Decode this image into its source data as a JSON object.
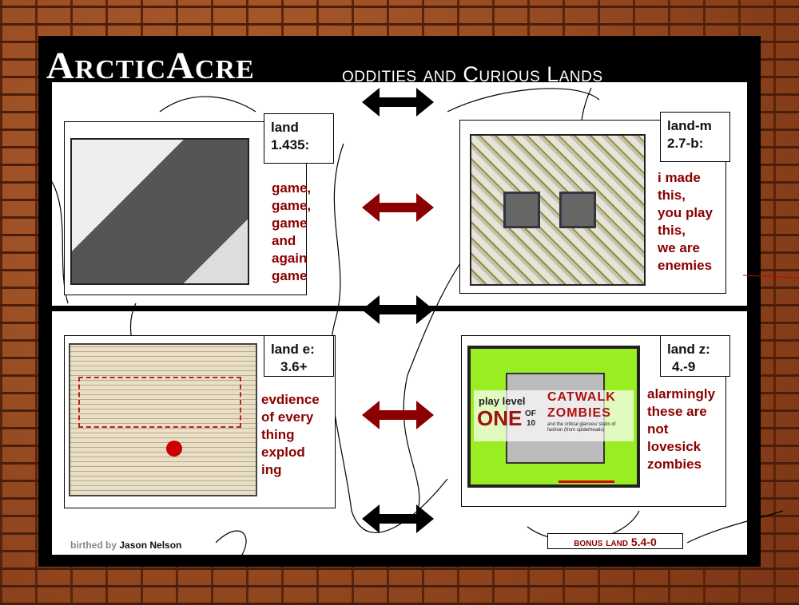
{
  "header": {
    "title": "ArcticAcre",
    "subtitle": "oddities and Curious Lands"
  },
  "lands": [
    {
      "label_line1": "land",
      "label_line2": "1.435:",
      "description": [
        "game,",
        "game,",
        "game",
        "and",
        "again",
        "game"
      ]
    },
    {
      "label_line1": "land-m",
      "label_line2": "2.7-b:",
      "description": [
        "i made",
        "this,",
        "you play",
        "this,",
        "we are",
        "enemies"
      ]
    },
    {
      "label_line1": "land e:",
      "label_line2": "3.6+",
      "description": [
        "evdience",
        "of every",
        "thing",
        "explod",
        "ing"
      ]
    },
    {
      "label_line1": "land z:",
      "label_line2": "4.-9",
      "description": [
        "alarmingly",
        "these are",
        "not",
        "lovesick",
        "zombies"
      ],
      "thumb": {
        "play_level": "play level",
        "one": "ONE",
        "of": "OF",
        "ten": "10",
        "title1": "CATWALK",
        "title2": "ZOMBIES",
        "tagline": "and the critical glances/ stabs of fashion (from spiderheads)"
      }
    }
  ],
  "bonus": {
    "label": "bonus land 5.4-0"
  },
  "credit": {
    "prefix": "birthed by",
    "name": "Jason Nelson"
  },
  "colors": {
    "accent": "#8b0000",
    "frame": "#000000",
    "brick": "#8a3f1c"
  }
}
